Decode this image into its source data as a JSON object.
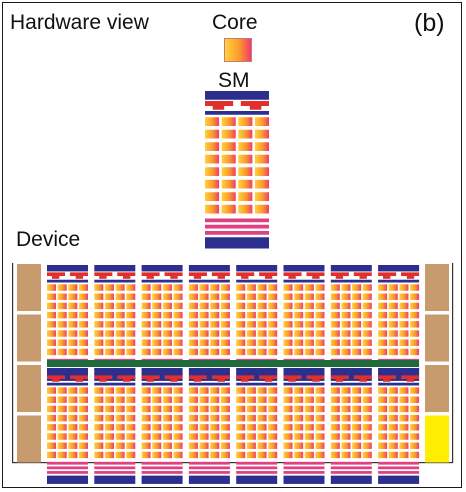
{
  "figure": {
    "title": "Hardware view",
    "panel_label": "(b)",
    "core_label": "Core",
    "sm_label": "SM",
    "device_label": "Device"
  },
  "colors": {
    "navy": "#2d2f8f",
    "red": "#e0302c",
    "magenta": "#e0407e",
    "core_yellow": "#ffd23a",
    "core_orange": "#fb9a2c",
    "core_pink": "#ef3b6c",
    "interconnect": "#1f6b3d",
    "memory_tan": "#c79b6e",
    "highlight_yellow": "#ffee00"
  },
  "structure": {
    "sm_core_rows": 8,
    "sm_core_cols": 4,
    "sms_per_row": 8,
    "sm_rows": 2,
    "memory_blocks_per_side": 4,
    "highlighted_memory_block": "right-3"
  }
}
